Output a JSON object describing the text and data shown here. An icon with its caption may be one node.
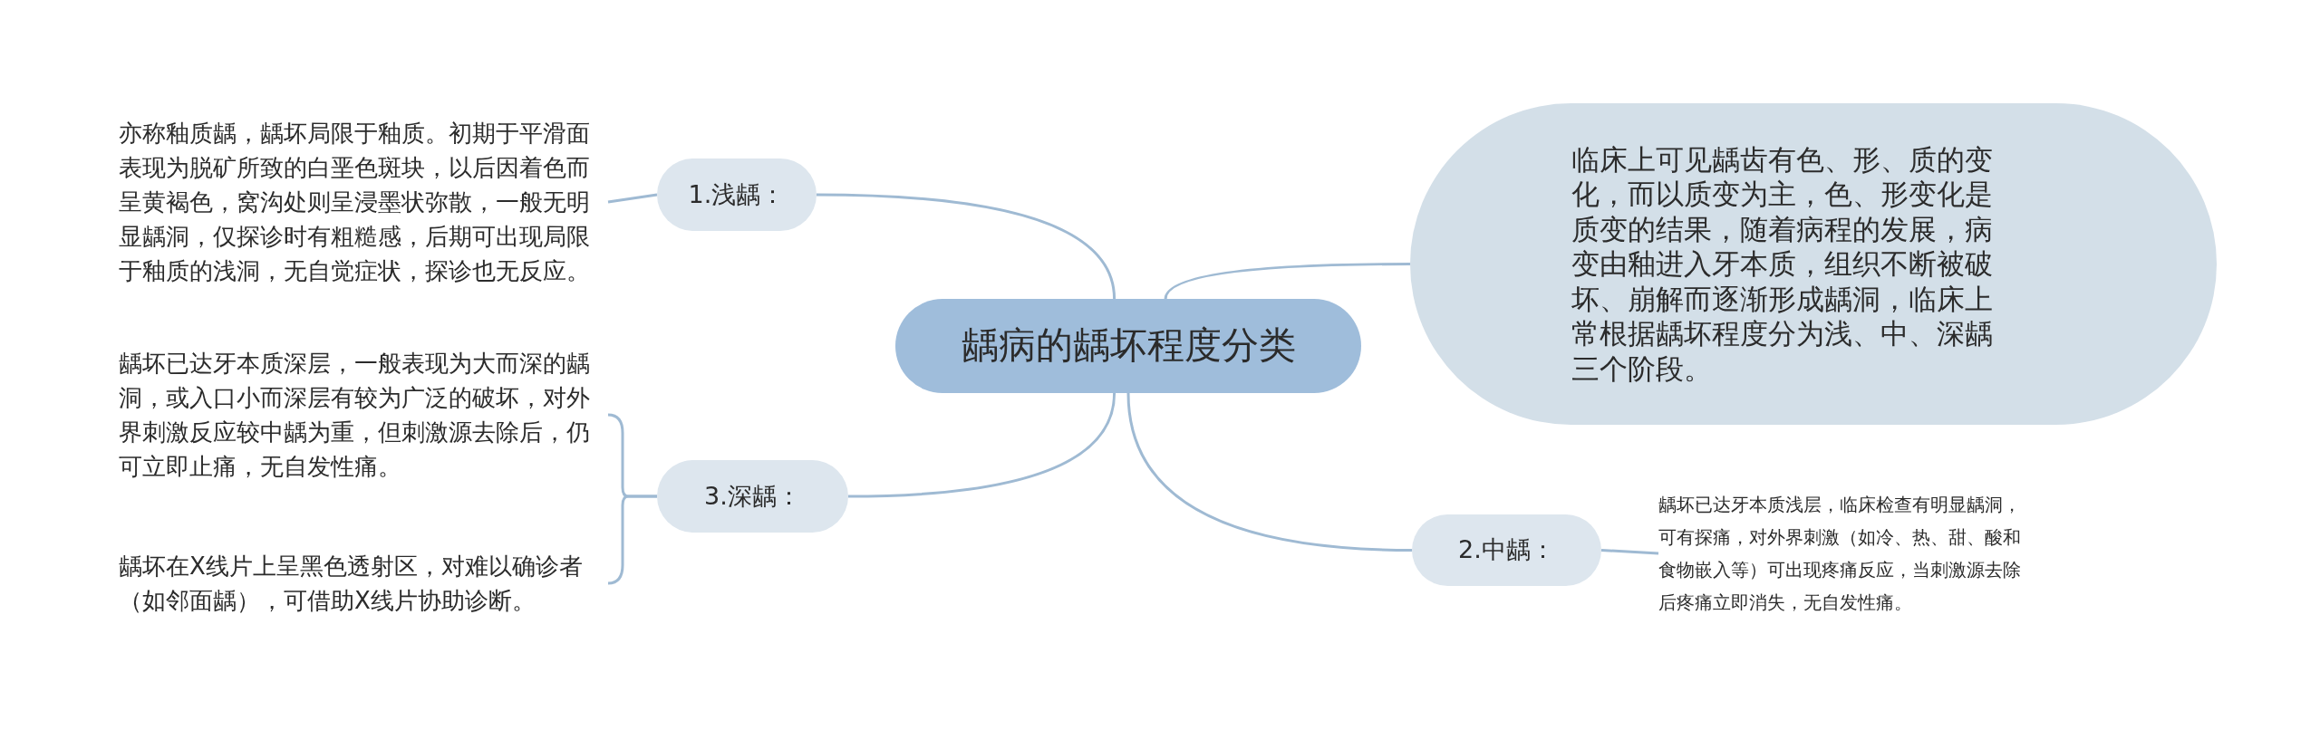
{
  "diagram": {
    "nodes": [
      {
        "text": [
          "龋病的龋坏程度分类"
        ]
      },
      {
        "text": [
          "临床上可见龋齿有色、形、质的变化，而以质变为主，色、形变化是质变的结果，随着病程的发展，病变由釉进入牙本质，组织不断被破坏、崩解而逐渐形成龋洞，临床上常根据龋坏程度分为浅、中、深龋三个阶段。"
        ]
      },
      {
        "text": [
          "1.浅龋："
        ]
      },
      {
        "text": [
          "亦称釉质龋，龋坏局限于釉质。初期于平滑面表现为脱矿所致的白垩色斑块，以后因着色而呈黄褐色，窝沟处则呈浸墨状弥散，一般无明显龋洞，仅探诊时有粗糙感，后期可出现局限于釉质的浅洞，无自觉症状，探诊也无反应。"
        ]
      },
      {
        "text": [
          "2.中龋："
        ]
      },
      {
        "text": [
          "龋坏已达牙本质浅层，临床检查有明显龋洞，可有探痛，对外界刺激（如冷、热、甜、酸和食物嵌入等）可出现疼痛反应，当刺激源去除后疼痛立即消失，无自发性痛。"
        ]
      },
      {
        "text": [
          "3.深龋："
        ]
      },
      {
        "text": [
          "龋坏已达牙本质深层，一般表现为大而深的龋洞，或入口小而深层有较为广泛的破坏，对外界刺激反应较中龋为重，但刺激源去除后，仍可立即止痛，无自发性痛。"
        ]
      },
      {
        "text": [
          "龋坏在X线片上呈黑色透射区，对难以确诊者（如邻面龋），可借助X线片协助诊断。"
        ]
      }
    ],
    "edges": [
      {
        "from": 0,
        "to": 1,
        "arrow": "none"
      },
      {
        "from": 0,
        "to": 2,
        "arrow": "none"
      },
      {
        "from": 0,
        "to": 4,
        "arrow": "none"
      },
      {
        "from": 0,
        "to": 6,
        "arrow": "none"
      },
      {
        "from": 2,
        "to": 3,
        "arrow": "none"
      },
      {
        "from": 4,
        "to": 5,
        "arrow": "none"
      },
      {
        "from": 6,
        "to": 7,
        "arrow": "none"
      },
      {
        "from": 6,
        "to": 8,
        "arrow": "none"
      }
    ]
  }
}
